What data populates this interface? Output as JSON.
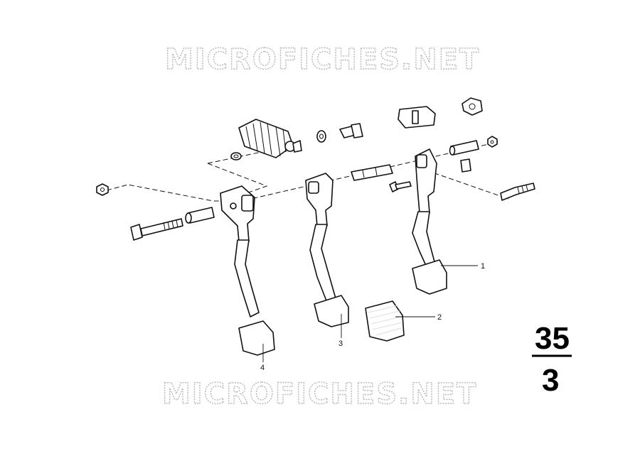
{
  "watermark": {
    "top": "MICROFICHES.NET",
    "bottom": "MICROFICHES.NET"
  },
  "group_number": {
    "top": "35",
    "bottom": "3"
  },
  "callouts": [
    {
      "id": "1",
      "label": "1",
      "part": "brake-pedal"
    },
    {
      "id": "2",
      "label": "2",
      "part": "pedal-rubber-pad"
    },
    {
      "id": "3",
      "label": "3",
      "part": "accelerator-pedal"
    },
    {
      "id": "4",
      "label": "4",
      "part": "clutch-pedal"
    }
  ],
  "colors": {
    "line": "#111111",
    "watermark": "#b8b8b8",
    "background": "#ffffff"
  }
}
